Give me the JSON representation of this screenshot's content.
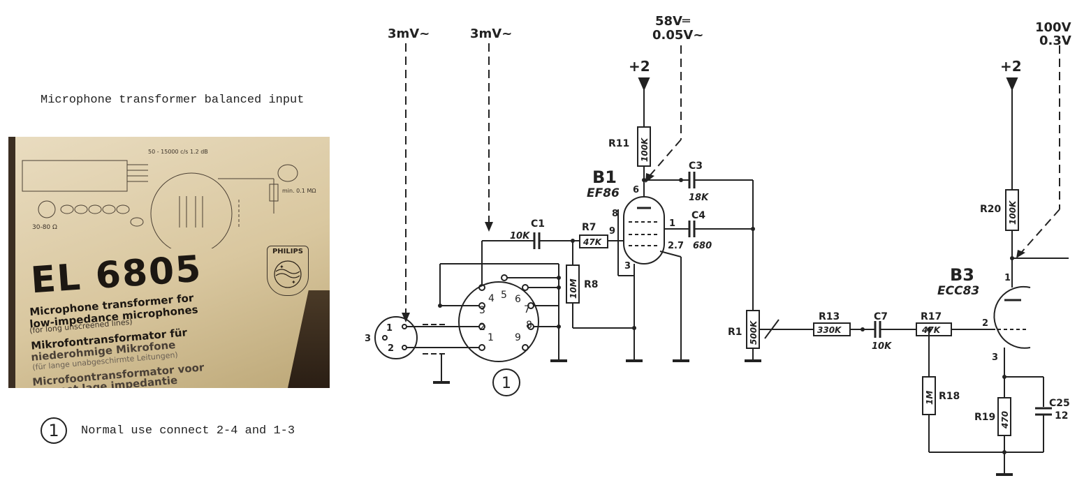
{
  "caption": "Microphone transformer balanced input",
  "photo": {
    "model": "EL 6805",
    "brand": "PHILIPS",
    "lines": [
      "Microphone transformer for",
      "low-impedance microphones",
      "(for long unscreened lines)",
      "Mikrofontransformator für",
      "niederohmige Mikrofone",
      "(für lange unabgeschirmte Leitungen)",
      "Microfoontransformator voor",
      "...met lage impedantie"
    ],
    "diagram_labels": {
      "impedance": "30-80 Ω",
      "freq": "50 - 15000 c/s  1.2 dB",
      "r": "min. 0.1 MΩ"
    }
  },
  "note": {
    "marker": "1",
    "text": "Normal use connect 2-4 and 1-3"
  },
  "schematic": {
    "levels": {
      "in1": "3mV~",
      "in2": "3mV~",
      "b1_dc": "58V═",
      "b1_ac": "0.05V~",
      "b3_dc": "100V",
      "b3_ac": "0.3V"
    },
    "supply": [
      "+2",
      "+2"
    ],
    "tubes": [
      {
        "ref": "B1",
        "type": "EF86",
        "pins": [
          "6",
          "8",
          "9",
          "1",
          "3",
          "2.7"
        ]
      },
      {
        "ref": "B3",
        "type": "ECC83",
        "pins": [
          "1",
          "2",
          "3"
        ]
      }
    ],
    "resistors": [
      {
        "ref": "R11",
        "value": "100K"
      },
      {
        "ref": "R7",
        "value": "47K"
      },
      {
        "ref": "R8",
        "value": "10M"
      },
      {
        "ref": "R1",
        "value": "500K"
      },
      {
        "ref": "R13",
        "value": "330K"
      },
      {
        "ref": "R17",
        "value": "47K"
      },
      {
        "ref": "R18",
        "value": "1M"
      },
      {
        "ref": "R19",
        "value": "470"
      },
      {
        "ref": "R20",
        "value": "100K"
      }
    ],
    "capacitors": [
      {
        "ref": "C1",
        "value": "10K"
      },
      {
        "ref": "C3",
        "value": "18K"
      },
      {
        "ref": "C4",
        "value": "680"
      },
      {
        "ref": "C7",
        "value": "10K"
      },
      {
        "ref": "C25",
        "value": "12"
      }
    ],
    "connector_small_pins": [
      "1",
      "2",
      "3"
    ],
    "connector_large_pins": [
      "1",
      "2",
      "3",
      "4",
      "5",
      "6",
      "7",
      "8",
      "9"
    ],
    "connector_marker": "1"
  }
}
